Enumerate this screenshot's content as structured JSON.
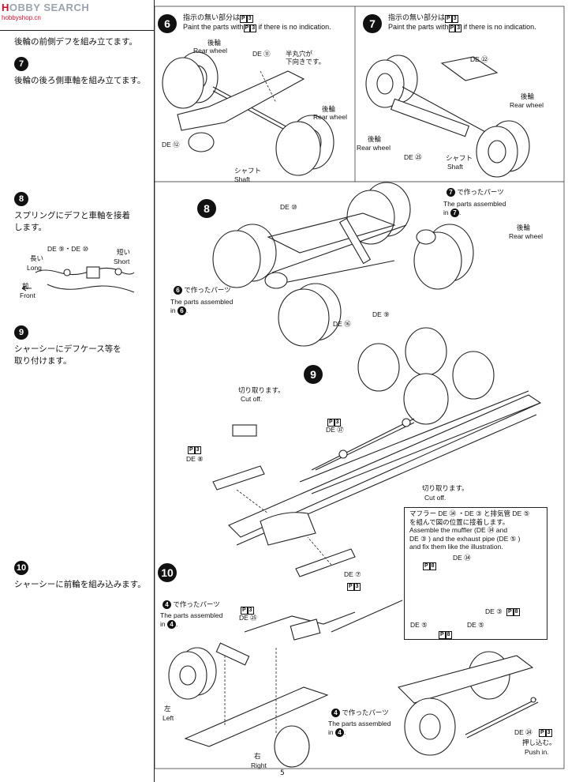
{
  "watermark": {
    "prefix": "H",
    "brand": "OBBY SEARCH",
    "sub": "hobbyshop.cn"
  },
  "sidebar": {
    "step6_text": "後輪の前側デフを組み立てます。",
    "step7": {
      "num": "7",
      "text": "後輪の後ろ側車軸を組み立てます。"
    },
    "step8": {
      "num": "8",
      "text1": "スプリングにデフと車軸を接着",
      "text2": "します。",
      "parts": "DE ⑨・DE ⑩",
      "long_jp": "長い",
      "long_en": "Long",
      "short_jp": "短い",
      "short_en": "Short",
      "front_jp": "前",
      "front_en": "Front"
    },
    "step9": {
      "num": "9",
      "text1": "シャーシーにデフケース等を",
      "text2": "取り付けます。"
    },
    "step10": {
      "num": "10",
      "text": "シャーシーに前輪を組み込みます。"
    }
  },
  "step6": {
    "num": "6",
    "note_jp": "指示の無い部分は",
    "note_code": "3",
    "note_en_pre": "Paint the parts with",
    "note_en_post": "if there is no indication.",
    "rear_jp": "後輪",
    "rear_en": "Rear wheel",
    "de11": "DE ⑪",
    "hole1": "半丸穴が",
    "hole2": "下向きです。",
    "de12": "DE ⑫",
    "shaft_jp": "シャフト",
    "shaft_en": "Shaft"
  },
  "step7": {
    "num": "7",
    "note_jp": "指示の無い部分は",
    "note_code": "3",
    "note_en_pre": "Paint the parts with",
    "note_en_post": "if there is no indication.",
    "de22": "DE ㉒",
    "rear_jp": "後輪",
    "rear_en": "Rear wheel",
    "de25": "DE ㉕",
    "shaft_jp": "シャフト",
    "shaft_en": "Shaft"
  },
  "step8": {
    "num": "8",
    "de10": "DE ⑩",
    "made7_jp": "で作ったパーツ",
    "made7_en": "The parts assembled",
    "made7_in": "in",
    "rear_jp": "後輪",
    "rear_en": "Rear wheel",
    "made6_jp": "で作ったパーツ",
    "made6_en": "The parts assembled",
    "made6_in": "in",
    "de16": "DE ⑯",
    "de9": "DE ⑨",
    "ref7": "7",
    "ref6": "6"
  },
  "step9": {
    "num": "9",
    "cut_jp": "切り取ります。",
    "cut_en": "Cut off.",
    "code1": "3",
    "de37": "DE ㊲",
    "code2": "3",
    "de8": "DE ⑧",
    "cut2_jp": "切り取ります。",
    "cut2_en": "Cut off.",
    "de7": "DE ⑦",
    "code3": "3"
  },
  "muffler": {
    "l1": "マフラー DE ㉞ ・DE ③ と排気管 DE ⑤",
    "l2": "を組んで図の位置に接着します。",
    "l3": "Assemble the muffler (DE ㉞ and",
    "l4": "DE ③ ) and the exhaust pipe (DE ⑤ )",
    "l5": "and fix  them like the illustration.",
    "de34": "DE ㉞",
    "code8a": "8",
    "de3": "DE ③",
    "code8b": "8",
    "de5a": "DE ⑤",
    "de5b": "DE ⑤",
    "code8c": "8"
  },
  "step10": {
    "num": "10",
    "made4_jp": "で作ったパーツ",
    "made4_en": "The parts assembled",
    "made4_in": "in",
    "code3": "3",
    "de25": "DE ㉕",
    "left_jp": "左",
    "left_en": "Left",
    "right_jp": "右",
    "right_en": "Right",
    "made4b_jp": "で作ったパーツ",
    "made4b_en": "The parts assembled",
    "made4b_in": "in",
    "de24": "DE ㉔",
    "code3b": "3",
    "push_jp": "押し込む。",
    "push_en": "Push in.",
    "ref4": "4"
  },
  "page": {
    "number": "5"
  }
}
